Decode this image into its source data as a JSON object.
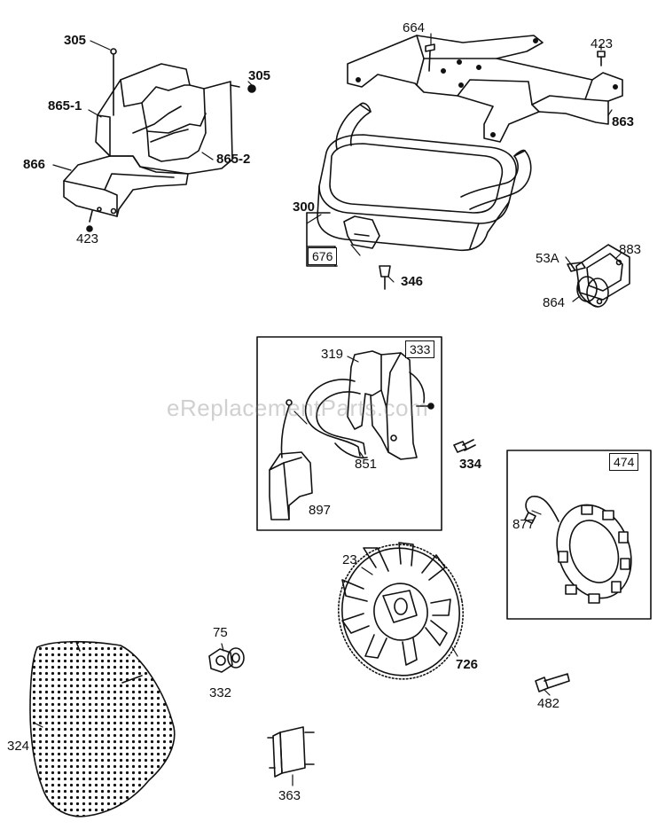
{
  "watermark": "eReplacementParts.com",
  "colors": {
    "ink": "#111111",
    "paper": "#ffffff",
    "watermark": "#8a8a8a"
  },
  "labels": {
    "p305a": "305",
    "p305b": "305",
    "p8651": "865-1",
    "p8652": "865-2",
    "p866": "866",
    "p423a": "423",
    "p664": "664",
    "p423b": "423",
    "p863": "863",
    "p300": "300",
    "p676": "676",
    "p346": "346",
    "p53a": "53A",
    "p883": "883",
    "p864": "864",
    "p319": "319",
    "p333": "333",
    "p851": "851",
    "p897": "897",
    "p334": "334",
    "p474": "474",
    "p877": "877",
    "p23": "23",
    "p726": "726",
    "p75": "75",
    "p332": "332",
    "p482": "482",
    "p324": "324",
    "p363": "363"
  }
}
